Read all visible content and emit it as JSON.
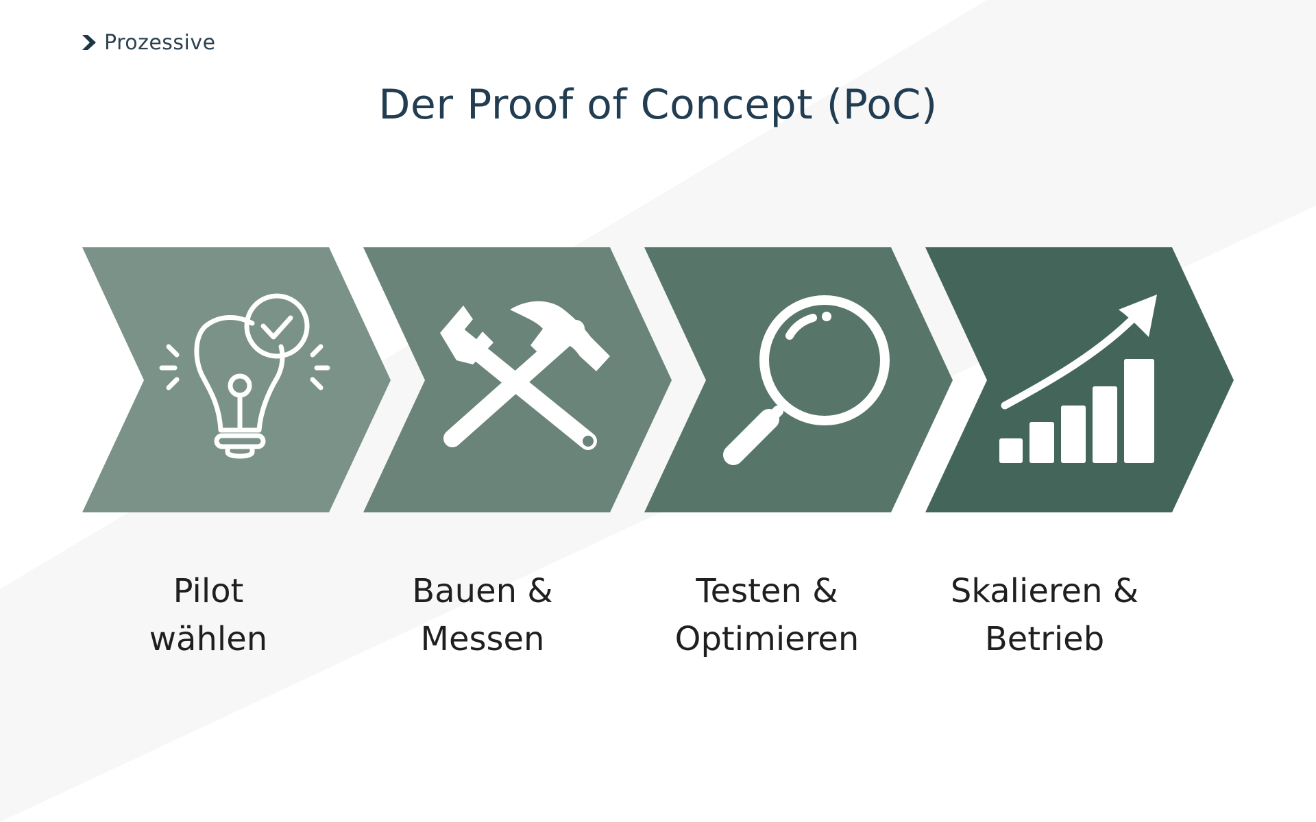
{
  "brand": {
    "name": "Prozessive",
    "icon": "brand-chevron-icon",
    "color": "#1f3646"
  },
  "title": "Der Proof of Concept (PoC)",
  "colors": {
    "title": "#223d51",
    "background_band": "#f7f7f7",
    "icon": "#ffffff",
    "label": "#1f1f1f"
  },
  "steps": [
    {
      "label": "Pilot\nwählen",
      "icon": "lightbulb-check-icon",
      "color": "#7b9288"
    },
    {
      "label": "Bauen &\nMessen",
      "icon": "hammer-wrench-icon",
      "color": "#6a8479"
    },
    {
      "label": "Testen &\nOptimieren",
      "icon": "magnifier-icon",
      "color": "#577669"
    },
    {
      "label": "Skalieren &\nBetrieb",
      "icon": "growth-chart-icon",
      "color": "#44665a"
    }
  ]
}
